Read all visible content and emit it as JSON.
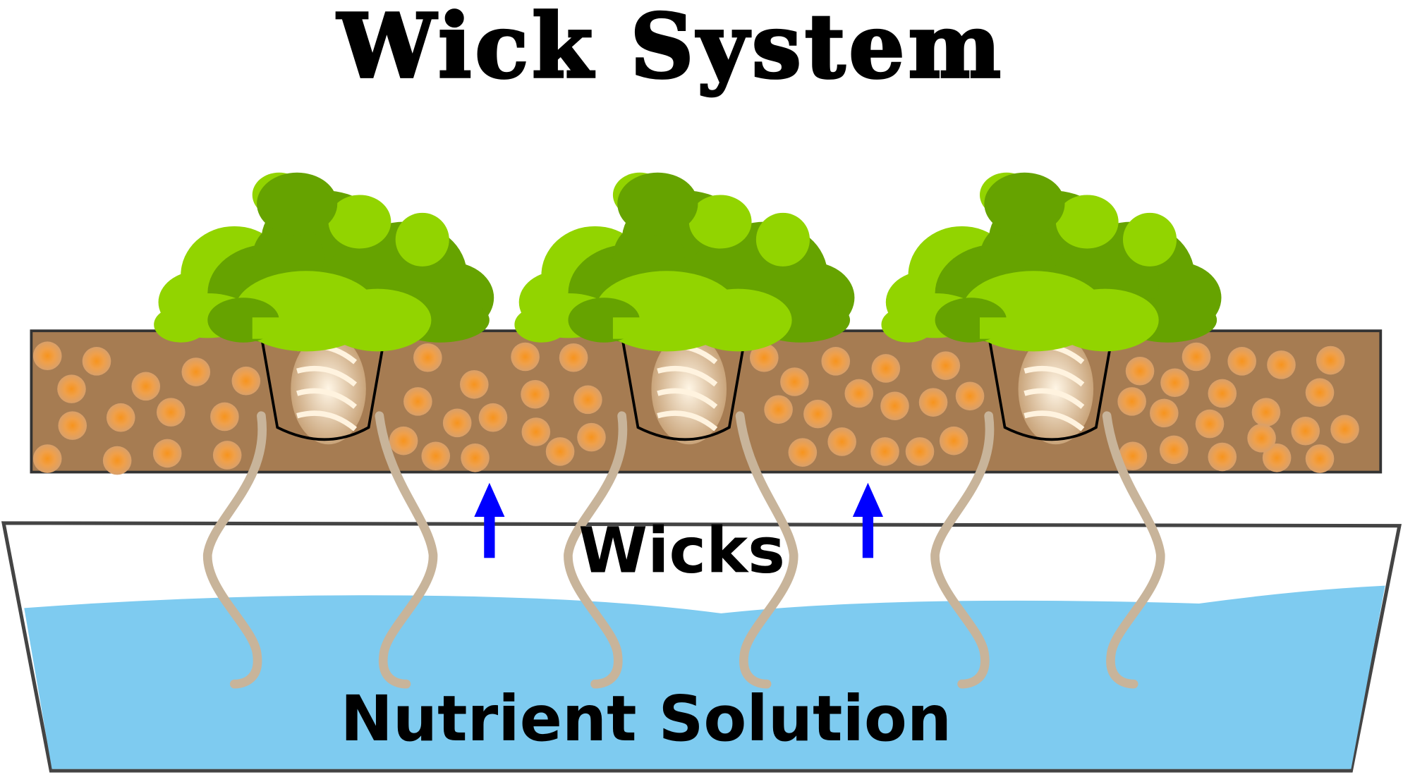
{
  "title": "Wick System",
  "labels": {
    "wicks": "Wicks",
    "nutrient_solution": "Nutrient Solution"
  },
  "colors": {
    "soil": "#a67c52",
    "pellet": "#f7941d",
    "water": "#7ecbf0",
    "wick": "#c8b49a",
    "leaf_dark": "#66a300",
    "leaf_light": "#92d400",
    "arrow": "#0000ff"
  },
  "plant_count": 3
}
